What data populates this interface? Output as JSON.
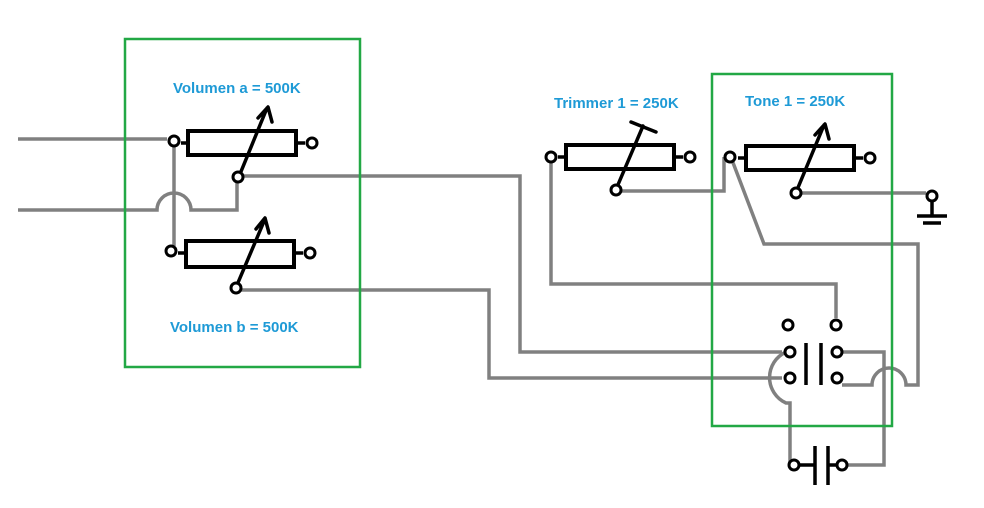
{
  "labels": {
    "volumen_a": "Volumen a = 500K",
    "volumen_b": "Volumen b = 500K",
    "trimmer_1": "Trimmer 1 = 250K",
    "tone_1": "Tone 1 = 250K"
  },
  "colors": {
    "background": "#ffffff",
    "wire": "#808080",
    "component": "#000000",
    "group_box": "#22a845",
    "label": "#1e9ad6"
  }
}
